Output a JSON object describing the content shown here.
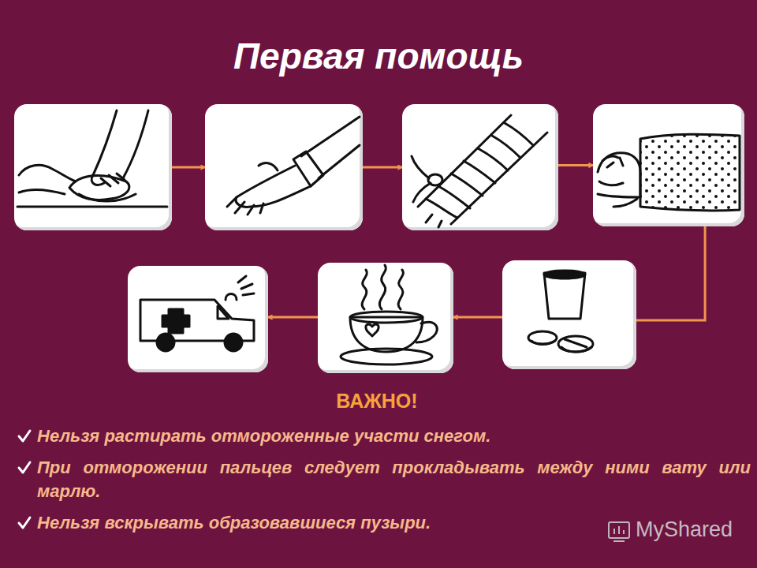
{
  "diagram": {
    "title": "Первая помощь",
    "nodes": [
      {
        "text": []
      },
      {
        "text": []
      },
      {
        "text": []
      },
      {
        "text": []
      },
      {
        "text": []
      },
      {
        "text": []
      },
      {
        "text": []
      }
    ],
    "edges": [
      {
        "from": 0,
        "to": 1,
        "arrow": "to"
      },
      {
        "from": 1,
        "to": 2,
        "arrow": "to"
      },
      {
        "from": 2,
        "to": 3,
        "arrow": "to"
      },
      {
        "from": 3,
        "to": 4,
        "arrow": "none"
      },
      {
        "from": 4,
        "to": 5,
        "arrow": "to"
      },
      {
        "from": 5,
        "to": 6,
        "arrow": "to"
      }
    ],
    "labels": [
      "ВАЖНО!",
      "Нельзя растирать отмороженные участи снегом.",
      "При отморожении пальцев следует прокладывать между ними вату или марлю.",
      "Нельзя вскрывать образовавшиеся пузыри.",
      "MyShared"
    ]
  }
}
